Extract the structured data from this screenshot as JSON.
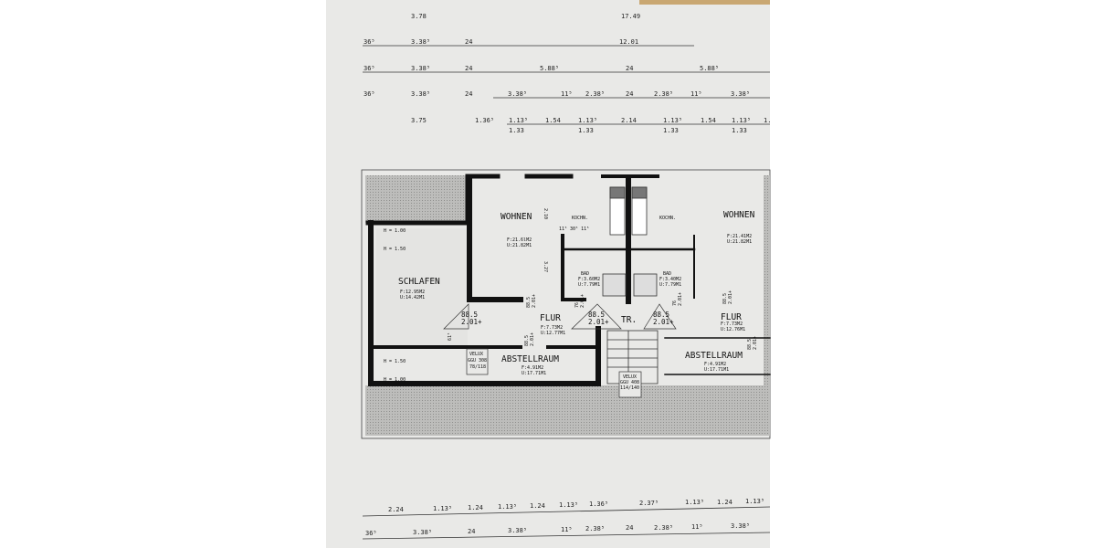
{
  "dimensions_top": {
    "row1": [
      "3.78",
      "17.49"
    ],
    "row2": [
      "36⁵",
      "3.38⁵",
      "24",
      "12.01"
    ],
    "row3": [
      "36⁵",
      "3.38⁵",
      "24",
      "5.88⁵",
      "24",
      "5.88⁵"
    ],
    "row4": [
      "36⁵",
      "3.38⁵",
      "24",
      "3.38⁵",
      "11⁵",
      "2.38⁵",
      "24",
      "2.38⁵",
      "11⁵",
      "3.38⁵"
    ],
    "row5": [
      "3.75",
      "1.36⁵",
      "1.13⁵",
      "1.54",
      "1.13⁵",
      "2.14",
      "1.13⁵",
      "1.54",
      "1.13⁵",
      "1."
    ],
    "row5_sub": [
      "1.33",
      "1.33",
      "1.33",
      "1.33"
    ]
  },
  "dimensions_bottom": {
    "row1": [
      "2.24",
      "1.13⁵",
      "1.24",
      "1.13⁵",
      "1.24",
      "1.13⁵",
      "1.36⁵",
      "2.37⁵",
      "1.13⁵",
      "1.24",
      "1.13⁵"
    ],
    "row2": [
      "36⁵",
      "3.38⁵",
      "24",
      "3.38⁵",
      "11⁵",
      "2.38⁵",
      "24",
      "2.38⁵",
      "11⁵",
      "3.38⁵"
    ]
  },
  "rooms": {
    "wohnen_left": {
      "name": "WOHNEN",
      "f": "F:21.6lM2",
      "u": "U:21.82M1"
    },
    "kochn_left": {
      "name": "KOCHN."
    },
    "kochn_right": {
      "name": "KOCHN."
    },
    "wohnen_right": {
      "name": "WOHNEN",
      "f": "F:21.41M2",
      "u": "U:21.82M1"
    },
    "schlafen": {
      "name": "SCHLAFEN",
      "f": "F:12.95M2",
      "u": "U:14.42M1",
      "h1": "H = 1.00",
      "h2": "H = 1.50"
    },
    "abstell_left_heights": {
      "h1": "H = 1.50",
      "h2": "H = 1.00"
    },
    "flur_left": {
      "name": "FLUR",
      "f": "F:7.73M2",
      "u": "U:12.77M1"
    },
    "bad_left": {
      "name": "BAD",
      "f": "F:3.60M2",
      "u": "U:7.79M1"
    },
    "bad_right": {
      "name": "BAD",
      "f": "F:3.40M2",
      "u": "U:7.79M1"
    },
    "treppe": {
      "name": "TR."
    },
    "flur_right": {
      "name": "FLUR",
      "f": "F:7.73M2",
      "u": "U:12.76M1"
    },
    "abstell_left": {
      "name": "ABSTELLRAUM",
      "f": "F:4.91M2",
      "u": "U:17.71M1"
    },
    "abstell_right": {
      "name": "ABSTELLRAUM",
      "f": "F:4.91M2",
      "u": "U:17.71M1"
    }
  },
  "velux": {
    "left": [
      "VELUX",
      "GGU 308",
      "78/118"
    ],
    "right": [
      "VELUX",
      "GGU 408",
      "114/140"
    ]
  },
  "doors": {
    "d1": [
      "88.5",
      "2.01+"
    ],
    "d2": [
      "88.5",
      "2.01+"
    ],
    "d3": [
      "88.5",
      "2.01+"
    ],
    "d4": [
      "88.5",
      "2.01+"
    ],
    "d5": [
      "88.5",
      "2.01+"
    ],
    "d6": [
      "76",
      "2.01+"
    ],
    "d7": [
      "76",
      "2.01+"
    ],
    "d8": [
      "88.5",
      "2.01+"
    ],
    "d9": [
      "88.5",
      "2.01+"
    ]
  },
  "misc": {
    "height_a": "2.10",
    "height_b": "3.27",
    "kitchen_dims": "11⁵ 30⁵ 11⁵",
    "wall_note": "61⁵"
  }
}
